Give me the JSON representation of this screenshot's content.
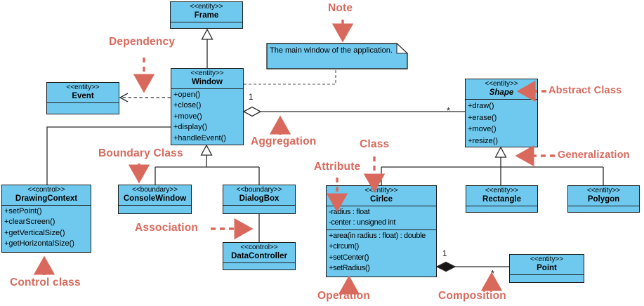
{
  "colors": {
    "class_fill": "#6FC9EE",
    "annotation_red": "#D9695C",
    "connector": "#2a2a2a"
  },
  "classes": {
    "frame": {
      "stereotype": "<<entity>>",
      "name": "Frame"
    },
    "window": {
      "stereotype": "<<entity>>",
      "name": "Window",
      "operations": [
        "+open()",
        "+close()",
        "+move()",
        "+display()",
        "+handleEvent()"
      ]
    },
    "event": {
      "stereotype": "<<entity>>",
      "name": "Event"
    },
    "shape": {
      "stereotype": "<<entity>>",
      "name": "Shape",
      "operations": [
        "+draw()",
        "+erase()",
        "+move()",
        "+resize()"
      ]
    },
    "drawing_context": {
      "stereotype": "<<control>>",
      "name": "DrawingContext",
      "operations": [
        "+setPoint()",
        "+clearScreen()",
        "+getVerticalSize()",
        "+getHorizontalSize()"
      ]
    },
    "console_window": {
      "stereotype": "<<boundary>>",
      "name": "ConsoleWindow"
    },
    "dialog_box": {
      "stereotype": "<<boundary>>",
      "name": "DialogBox"
    },
    "data_controller": {
      "stereotype": "<<control>>",
      "name": "DataController"
    },
    "circle": {
      "stereotype": "<<entity>>",
      "name": "Cirlce",
      "attributes": [
        "-radius : float",
        "-center : unsigned int"
      ],
      "operations": [
        "+area(in radius : float) : double",
        "+circum()",
        "+setCenter()",
        "+setRadius()"
      ]
    },
    "rectangle": {
      "stereotype": "<<entity>>",
      "name": "Rectangle"
    },
    "polygon": {
      "stereotype": "<<entity>>",
      "name": "Polygon"
    },
    "point": {
      "stereotype": "<<entity>>",
      "name": "Point"
    }
  },
  "note": {
    "text": "The main window of the application."
  },
  "multiplicities": {
    "aggregation_window": "1",
    "aggregation_shape": "*",
    "composition_circle": "1",
    "composition_point": "*"
  },
  "annotations": {
    "note_label": "Note",
    "dependency": "Dependency",
    "abstract_class": "Abstract Class",
    "aggregation": "Aggregation",
    "boundary_class": "Boundary Class",
    "association": "Association",
    "control_class": "Control class",
    "class_label": "Class",
    "attribute": "Attribute",
    "generalization": "Generalization",
    "operation": "Operation",
    "composition": "Composition"
  }
}
